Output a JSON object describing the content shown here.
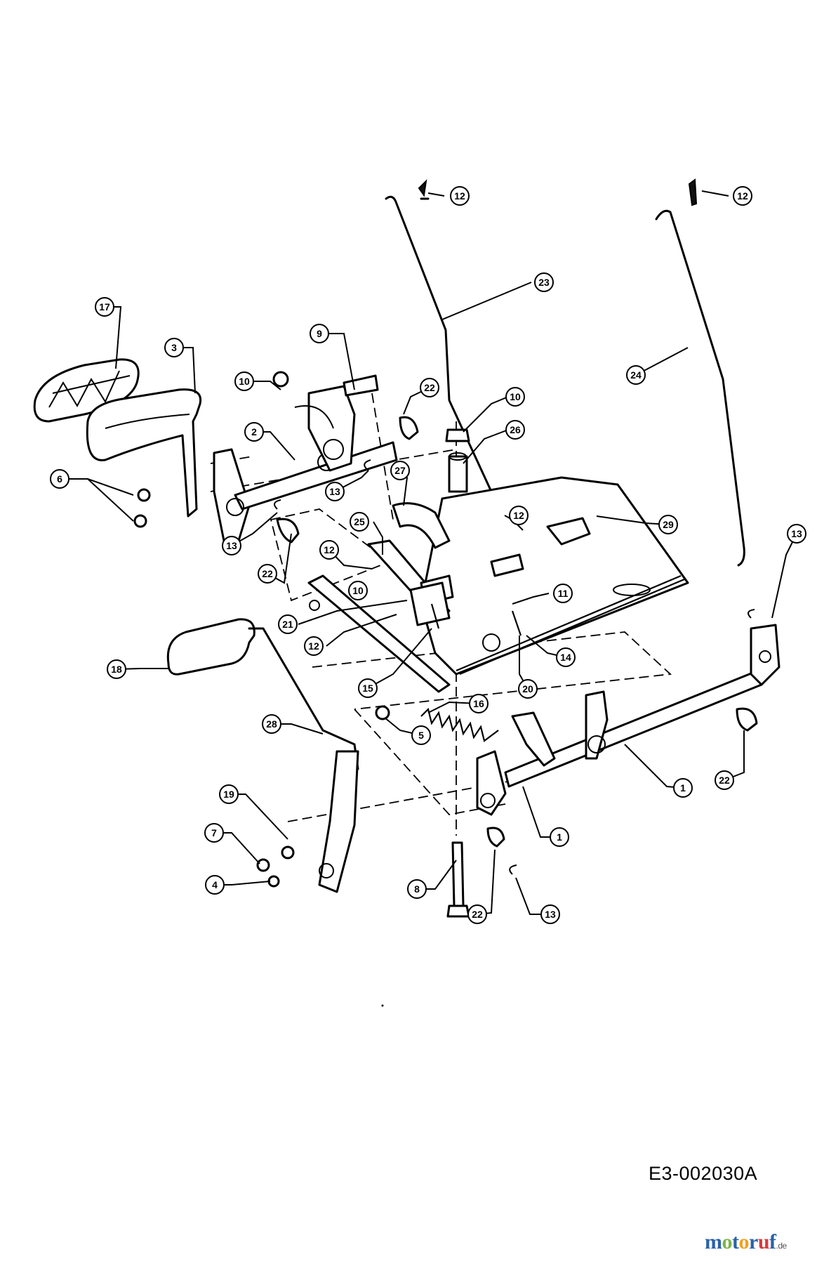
{
  "diagram": {
    "drawing_code": "E3-002030A",
    "watermark": {
      "parts": [
        "m",
        "o",
        "t",
        "o",
        "r",
        "u",
        "f"
      ],
      "suffix": ".de"
    },
    "callouts": [
      {
        "label": "12"
      },
      {
        "label": "12"
      },
      {
        "label": "23"
      },
      {
        "label": "24"
      },
      {
        "label": "17"
      },
      {
        "label": "3"
      },
      {
        "label": "9"
      },
      {
        "label": "10"
      },
      {
        "label": "22"
      },
      {
        "label": "10"
      },
      {
        "label": "26"
      },
      {
        "label": "2"
      },
      {
        "label": "27"
      },
      {
        "label": "13"
      },
      {
        "label": "6"
      },
      {
        "label": "13"
      },
      {
        "label": "25"
      },
      {
        "label": "12"
      },
      {
        "label": "29"
      },
      {
        "label": "22"
      },
      {
        "label": "12"
      },
      {
        "label": "10"
      },
      {
        "label": "11"
      },
      {
        "label": "21"
      },
      {
        "label": "12"
      },
      {
        "label": "13"
      },
      {
        "label": "14"
      },
      {
        "label": "18"
      },
      {
        "label": "15"
      },
      {
        "label": "20"
      },
      {
        "label": "16"
      },
      {
        "label": "28"
      },
      {
        "label": "5"
      },
      {
        "label": "1"
      },
      {
        "label": "22"
      },
      {
        "label": "1"
      },
      {
        "label": "19"
      },
      {
        "label": "7"
      },
      {
        "label": "4"
      },
      {
        "label": "8"
      },
      {
        "label": "22"
      },
      {
        "label": "13"
      }
    ]
  }
}
